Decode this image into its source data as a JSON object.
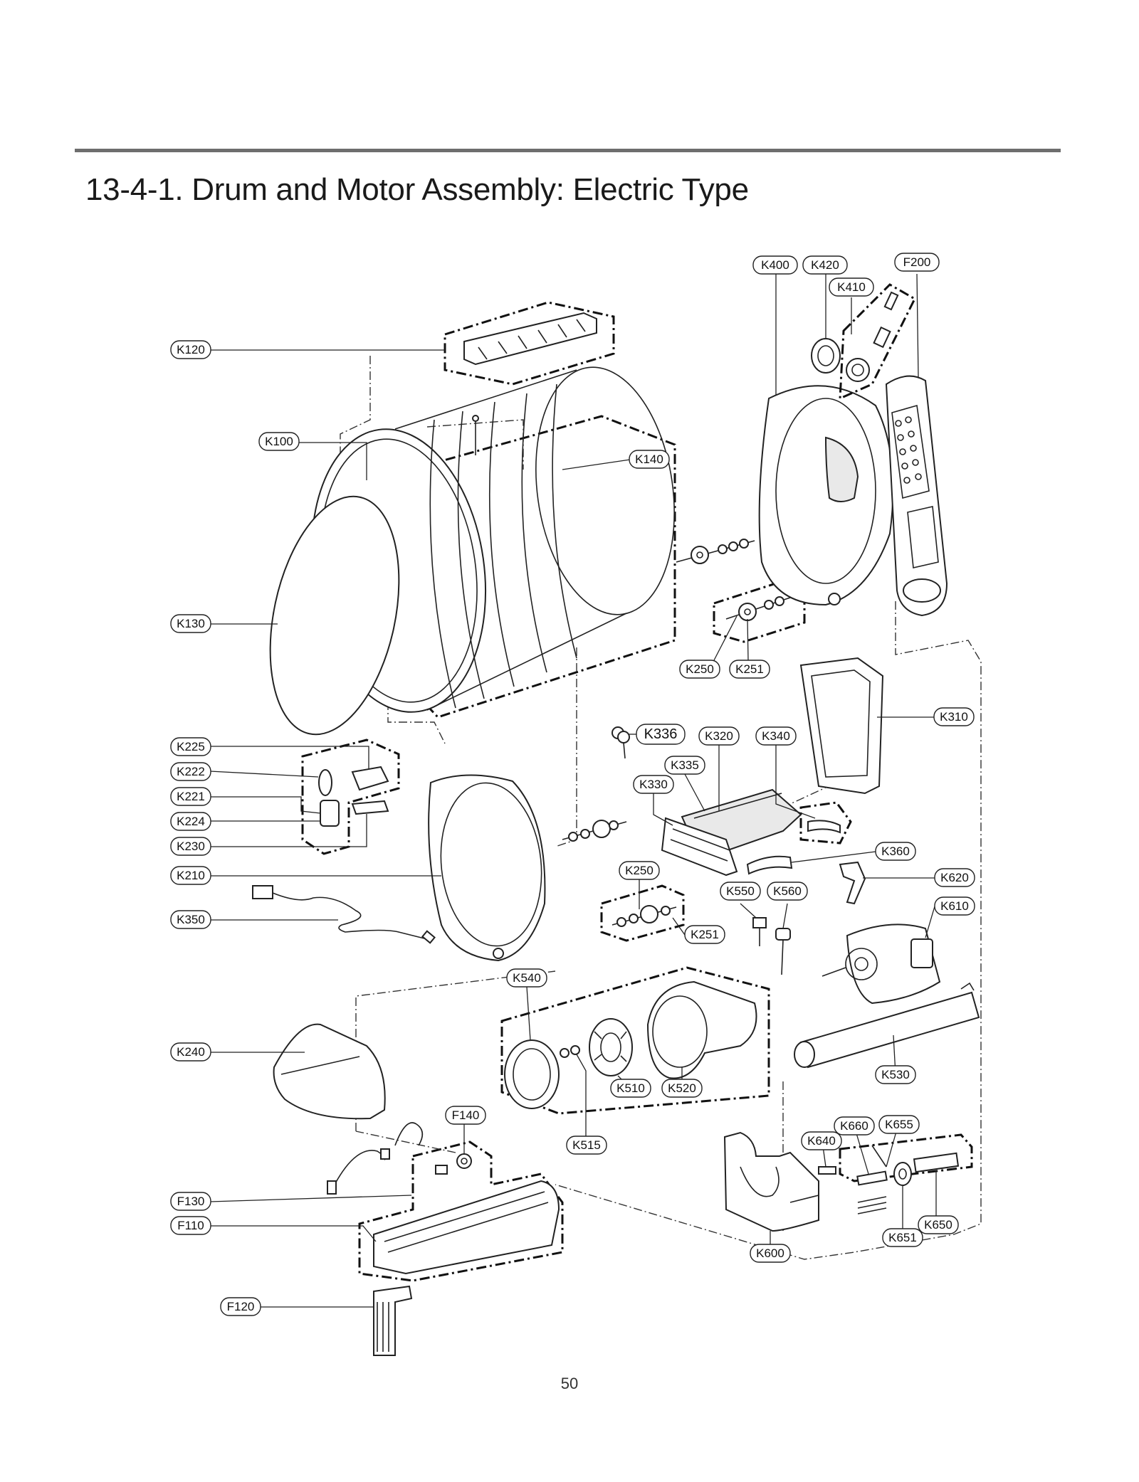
{
  "title": "13-4-1. Drum and Motor Assembly: Electric Type",
  "page_number": "50",
  "callouts": [
    {
      "id": "K400"
    },
    {
      "id": "K420"
    },
    {
      "id": "F200"
    },
    {
      "id": "K410"
    },
    {
      "id": "K120"
    },
    {
      "id": "K100"
    },
    {
      "id": "K140"
    },
    {
      "id": "K130"
    },
    {
      "id": "K250"
    },
    {
      "id": "K251"
    },
    {
      "id": "K310"
    },
    {
      "id": "K336"
    },
    {
      "id": "K320"
    },
    {
      "id": "K340"
    },
    {
      "id": "K335"
    },
    {
      "id": "K330"
    },
    {
      "id": "K225"
    },
    {
      "id": "K222"
    },
    {
      "id": "K221"
    },
    {
      "id": "K224"
    },
    {
      "id": "K230"
    },
    {
      "id": "K210"
    },
    {
      "id": "K350"
    },
    {
      "id": "K360"
    },
    {
      "id": "K250"
    },
    {
      "id": "K550"
    },
    {
      "id": "K560"
    },
    {
      "id": "K620"
    },
    {
      "id": "K610"
    },
    {
      "id": "K251"
    },
    {
      "id": "K540"
    },
    {
      "id": "K240"
    },
    {
      "id": "K510"
    },
    {
      "id": "K520"
    },
    {
      "id": "K530"
    },
    {
      "id": "F140"
    },
    {
      "id": "K515"
    },
    {
      "id": "K660"
    },
    {
      "id": "K655"
    },
    {
      "id": "K640"
    },
    {
      "id": "F130"
    },
    {
      "id": "F110"
    },
    {
      "id": "K651"
    },
    {
      "id": "K650"
    },
    {
      "id": "K600"
    },
    {
      "id": "F120"
    }
  ]
}
